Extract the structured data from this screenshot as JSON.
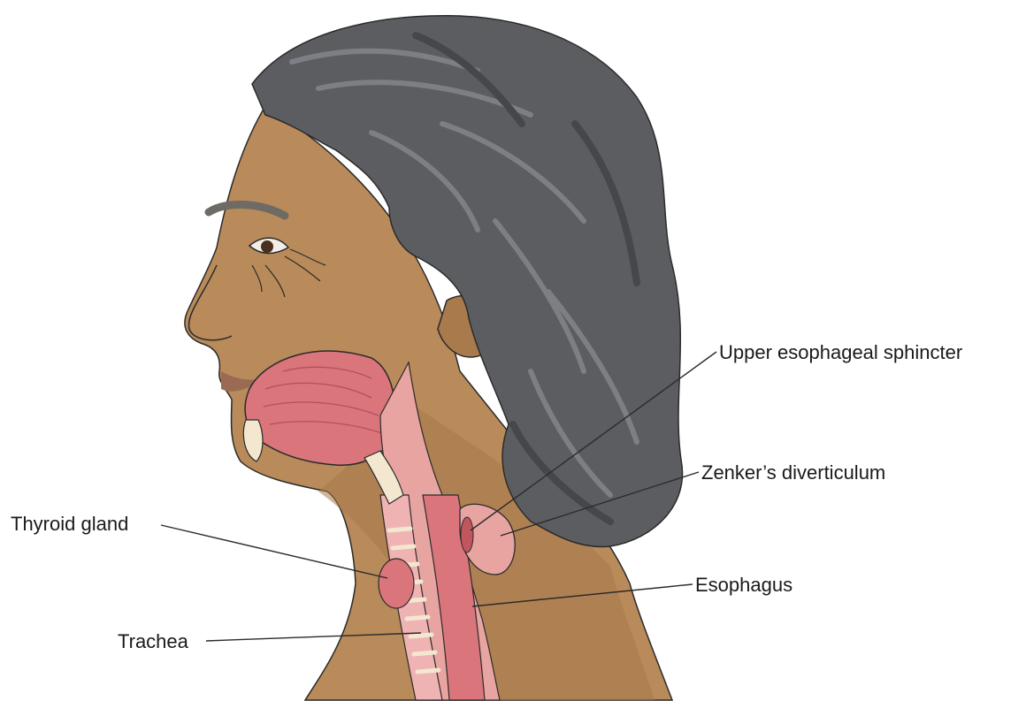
{
  "labels": {
    "upper_esophageal_sphincter": "Upper esophageal sphincter",
    "zenkers_diverticulum": "Zenker’s diverticulum",
    "thyroid_gland": "Thyroid gland",
    "esophagus": "Esophagus",
    "trachea": "Trachea"
  },
  "colors": {
    "hair": "#5b5d61",
    "skin": "#b98a5a",
    "skin_shadow": "#a87a4c",
    "muscle": "#d9757b",
    "mucosa": "#f0b3b3",
    "tissue": "#e8a4a0",
    "cartilage": "#f3e7cf",
    "outline": "#2b2b2b"
  }
}
